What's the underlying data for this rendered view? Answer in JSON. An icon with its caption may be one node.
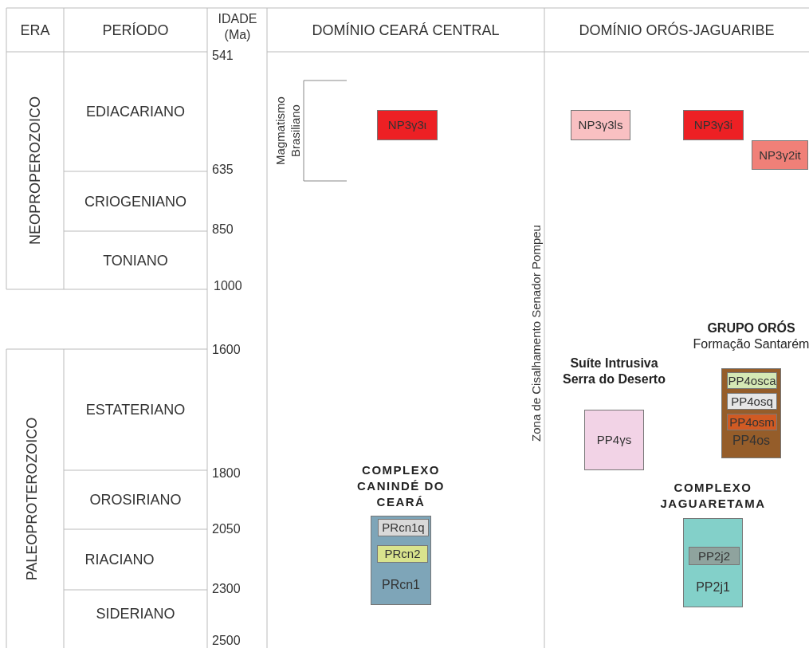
{
  "diagram": {
    "nodes": [
      {
        "text": [
          "NP3γ3ι"
        ]
      },
      {
        "text": [
          "NP3γ3ls"
        ]
      },
      {
        "text": [
          "NP3γ3i"
        ]
      },
      {
        "text": [
          "NP3γ2it"
        ]
      },
      {
        "text": [
          "Suíte Intrusiva Serra do Deserto",
          "PP4γs"
        ]
      },
      {
        "text": [
          "GRUPO ORÓS",
          "Formação Santarém",
          "PP4os"
        ]
      },
      {
        "text": [
          "PP4osca"
        ],
        "in": 5
      },
      {
        "text": [
          "PP4osq"
        ],
        "in": 5
      },
      {
        "text": [
          "PP4osm"
        ],
        "in": 5
      },
      {
        "text": [
          "COMPLEXO CANINDÉ DO CEARÁ",
          "PRcn1"
        ]
      },
      {
        "text": [
          "PRcn1q"
        ],
        "in": 9
      },
      {
        "text": [
          "PRcn2"
        ],
        "in": 9
      },
      {
        "text": [
          "COMPLEXO JAGUARETAMA",
          "PP2j1"
        ]
      },
      {
        "text": [
          "PP2j2"
        ],
        "in": 12
      }
    ],
    "labels": [
      "ERA",
      "PERÍODO",
      "IDADE (Ma)",
      "DOMÍNIO CEARÁ CENTRAL",
      "DOMÍNIO ORÓS-JAGUARIBE",
      "NEOPROPEROZOICO",
      "EDIACARIANO",
      "CRIOGENIANO",
      "TONIANO",
      "PALEOPROTEROZOICO",
      "ESTATERIANO",
      "OROSIRIANO",
      "RIACIANO",
      "SIDERIANO",
      "541",
      "635",
      "850",
      "1000",
      "1600",
      "1800",
      "2050",
      "2300",
      "2500",
      "Magmatismo Brasiliano",
      "Zona de Cisalhamento Senador Pompeu"
    ]
  }
}
